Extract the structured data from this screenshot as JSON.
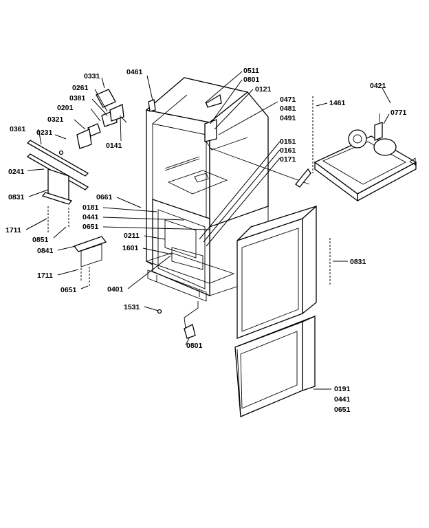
{
  "title": "",
  "callouts": [
    {
      "id": "c0331",
      "text": "0331"
    },
    {
      "id": "c0261",
      "text": "0261"
    },
    {
      "id": "c0381",
      "text": "0381"
    },
    {
      "id": "c0201",
      "text": "0201"
    },
    {
      "id": "c0321",
      "text": "0321"
    },
    {
      "id": "c0361",
      "text": "0361"
    },
    {
      "id": "c0231",
      "text": "0231"
    },
    {
      "id": "c0141",
      "text": "0141"
    },
    {
      "id": "c0461",
      "text": "0461"
    },
    {
      "id": "c0511",
      "text": "0511"
    },
    {
      "id": "c0801a",
      "text": "0801"
    },
    {
      "id": "c0121",
      "text": "0121"
    },
    {
      "id": "c0471",
      "text": "0471"
    },
    {
      "id": "c0481",
      "text": "0481"
    },
    {
      "id": "c0491",
      "text": "0491"
    },
    {
      "id": "c1461",
      "text": "1461"
    },
    {
      "id": "c0421",
      "text": "0421"
    },
    {
      "id": "c0771",
      "text": "0771"
    },
    {
      "id": "c0151",
      "text": "0151"
    },
    {
      "id": "c0161",
      "text": "0161"
    },
    {
      "id": "c0171",
      "text": "0171"
    },
    {
      "id": "c0241",
      "text": "0241"
    },
    {
      "id": "c0831a",
      "text": "0831"
    },
    {
      "id": "c0661",
      "text": "0661"
    },
    {
      "id": "c0181a",
      "text": "0181"
    },
    {
      "id": "c0441a",
      "text": "0441"
    },
    {
      "id": "c0651a",
      "text": "0651"
    },
    {
      "id": "c1711a",
      "text": "1711"
    },
    {
      "id": "c0851",
      "text": "0851"
    },
    {
      "id": "c0841",
      "text": "0841"
    },
    {
      "id": "c0211",
      "text": "0211"
    },
    {
      "id": "c1601",
      "text": "1601"
    },
    {
      "id": "c1711b",
      "text": "1711"
    },
    {
      "id": "c0651b",
      "text": "0651"
    },
    {
      "id": "c0401",
      "text": "0401"
    },
    {
      "id": "c0831b",
      "text": "0831"
    },
    {
      "id": "c1531",
      "text": "1531"
    },
    {
      "id": "c0801b",
      "text": "0801"
    },
    {
      "id": "c0191",
      "text": "0191"
    },
    {
      "id": "c0441b",
      "text": "0441"
    },
    {
      "id": "c0651c",
      "text": "0651"
    }
  ]
}
